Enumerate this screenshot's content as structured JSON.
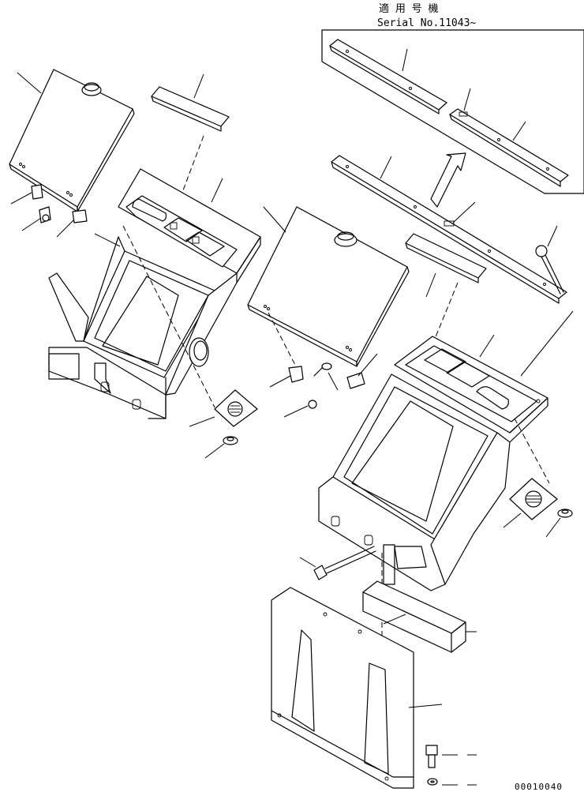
{
  "header": {
    "applicable_line1": "適 用 号 機",
    "applicable_line2": "Serial No.11043~"
  },
  "footer": {
    "drawing_number": "00010040"
  }
}
